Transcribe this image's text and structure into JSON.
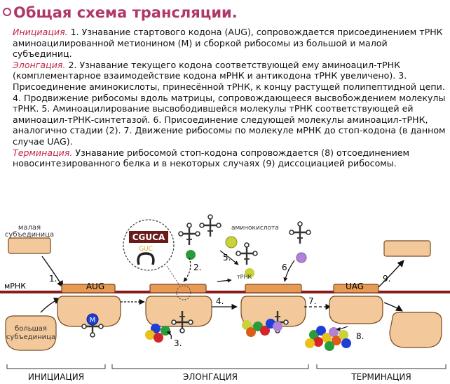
{
  "title": "Общая схема трансляции.",
  "paragraphs": {
    "initiation": {
      "label": "Инициация.",
      "text": " 1. Узнавание стартового кодона (AUG), сопровождается присоединением тРНК аминоацилированной метионином (M) и сборкой рибосомы из большой и малой субъединиц."
    },
    "elongation": {
      "label": "Элонгация.",
      "text": " 2. Узнавание текущего кодона соответствующей ему аминоацил-тРНК (комплементарное взаимодействие кодона мРНК и антикодона тРНК увеличено). 3. Присоединение аминокислоты, принесённой тРНК, к концу растущей полипептидной цепи. 4. Продвижение рибосомы вдоль матрицы, сопровождающееся высвобождением молекулы тРНК. 5. Аминоацилирование высвободившейся молекулы тРНК соответствующей ей аминоацил-тРНК-синтетазой. 6. Присоединение следующей молекулы аминоацил-тРНК, аналогично стадии (2). 7. Движение рибосомы по молекуле мРНК до стоп-кодона (в данном случае UAG)."
    },
    "termination": {
      "label": "Терминация.",
      "text": " Узнавание рибосомой стоп-кодона сопровождается (8) отсоединением новосинтезированного белка и в некоторых случаях (9) диссоциацией рибосомы."
    }
  },
  "diagram": {
    "small_subunit": [
      "малая",
      "субъединица"
    ],
    "large_subunit": [
      "большая",
      "субъединица"
    ],
    "mrna": "мРНК",
    "start_codon": "AUG",
    "stop_codon": "UAG",
    "methionine": "M",
    "zoom_codon": "CGUCA",
    "zoom_anticodon": "GUC",
    "amino_acid": "аминокислота",
    "trna": "тРНК",
    "steps": [
      "1.",
      "2.",
      "3.",
      "4.",
      "5.",
      "6.",
      "7.",
      "8.",
      "9."
    ],
    "stages": [
      "ИНИЦИАЦИЯ",
      "ЭЛОНГАЦИЯ",
      "ТЕРМИНАЦИЯ"
    ],
    "colors": {
      "ribosome": "#f3c89a",
      "ribosome_stroke": "#7a4a22",
      "mrna": "#8a1a1a",
      "title": "#b0376a",
      "stage_label": "#c0284d",
      "amino_acids": [
        "#1d3fd6",
        "#2a9c3a",
        "#e8c21a",
        "#e05a1a",
        "#c8d23a",
        "#b083d8",
        "#d4262a"
      ]
    }
  }
}
